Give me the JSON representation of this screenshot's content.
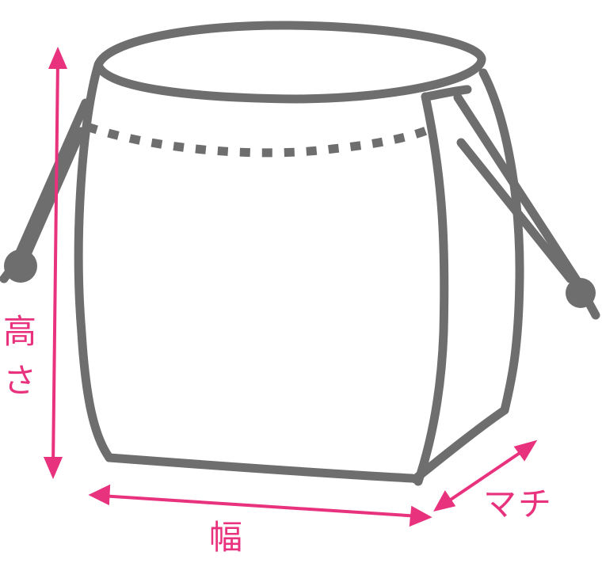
{
  "labels": {
    "height": [
      "高",
      "さ"
    ],
    "width": "幅",
    "gusset": "マチ"
  },
  "colors": {
    "outline": "#6e6e6e",
    "dimension": "#e8327d",
    "background": "#ffffff"
  }
}
